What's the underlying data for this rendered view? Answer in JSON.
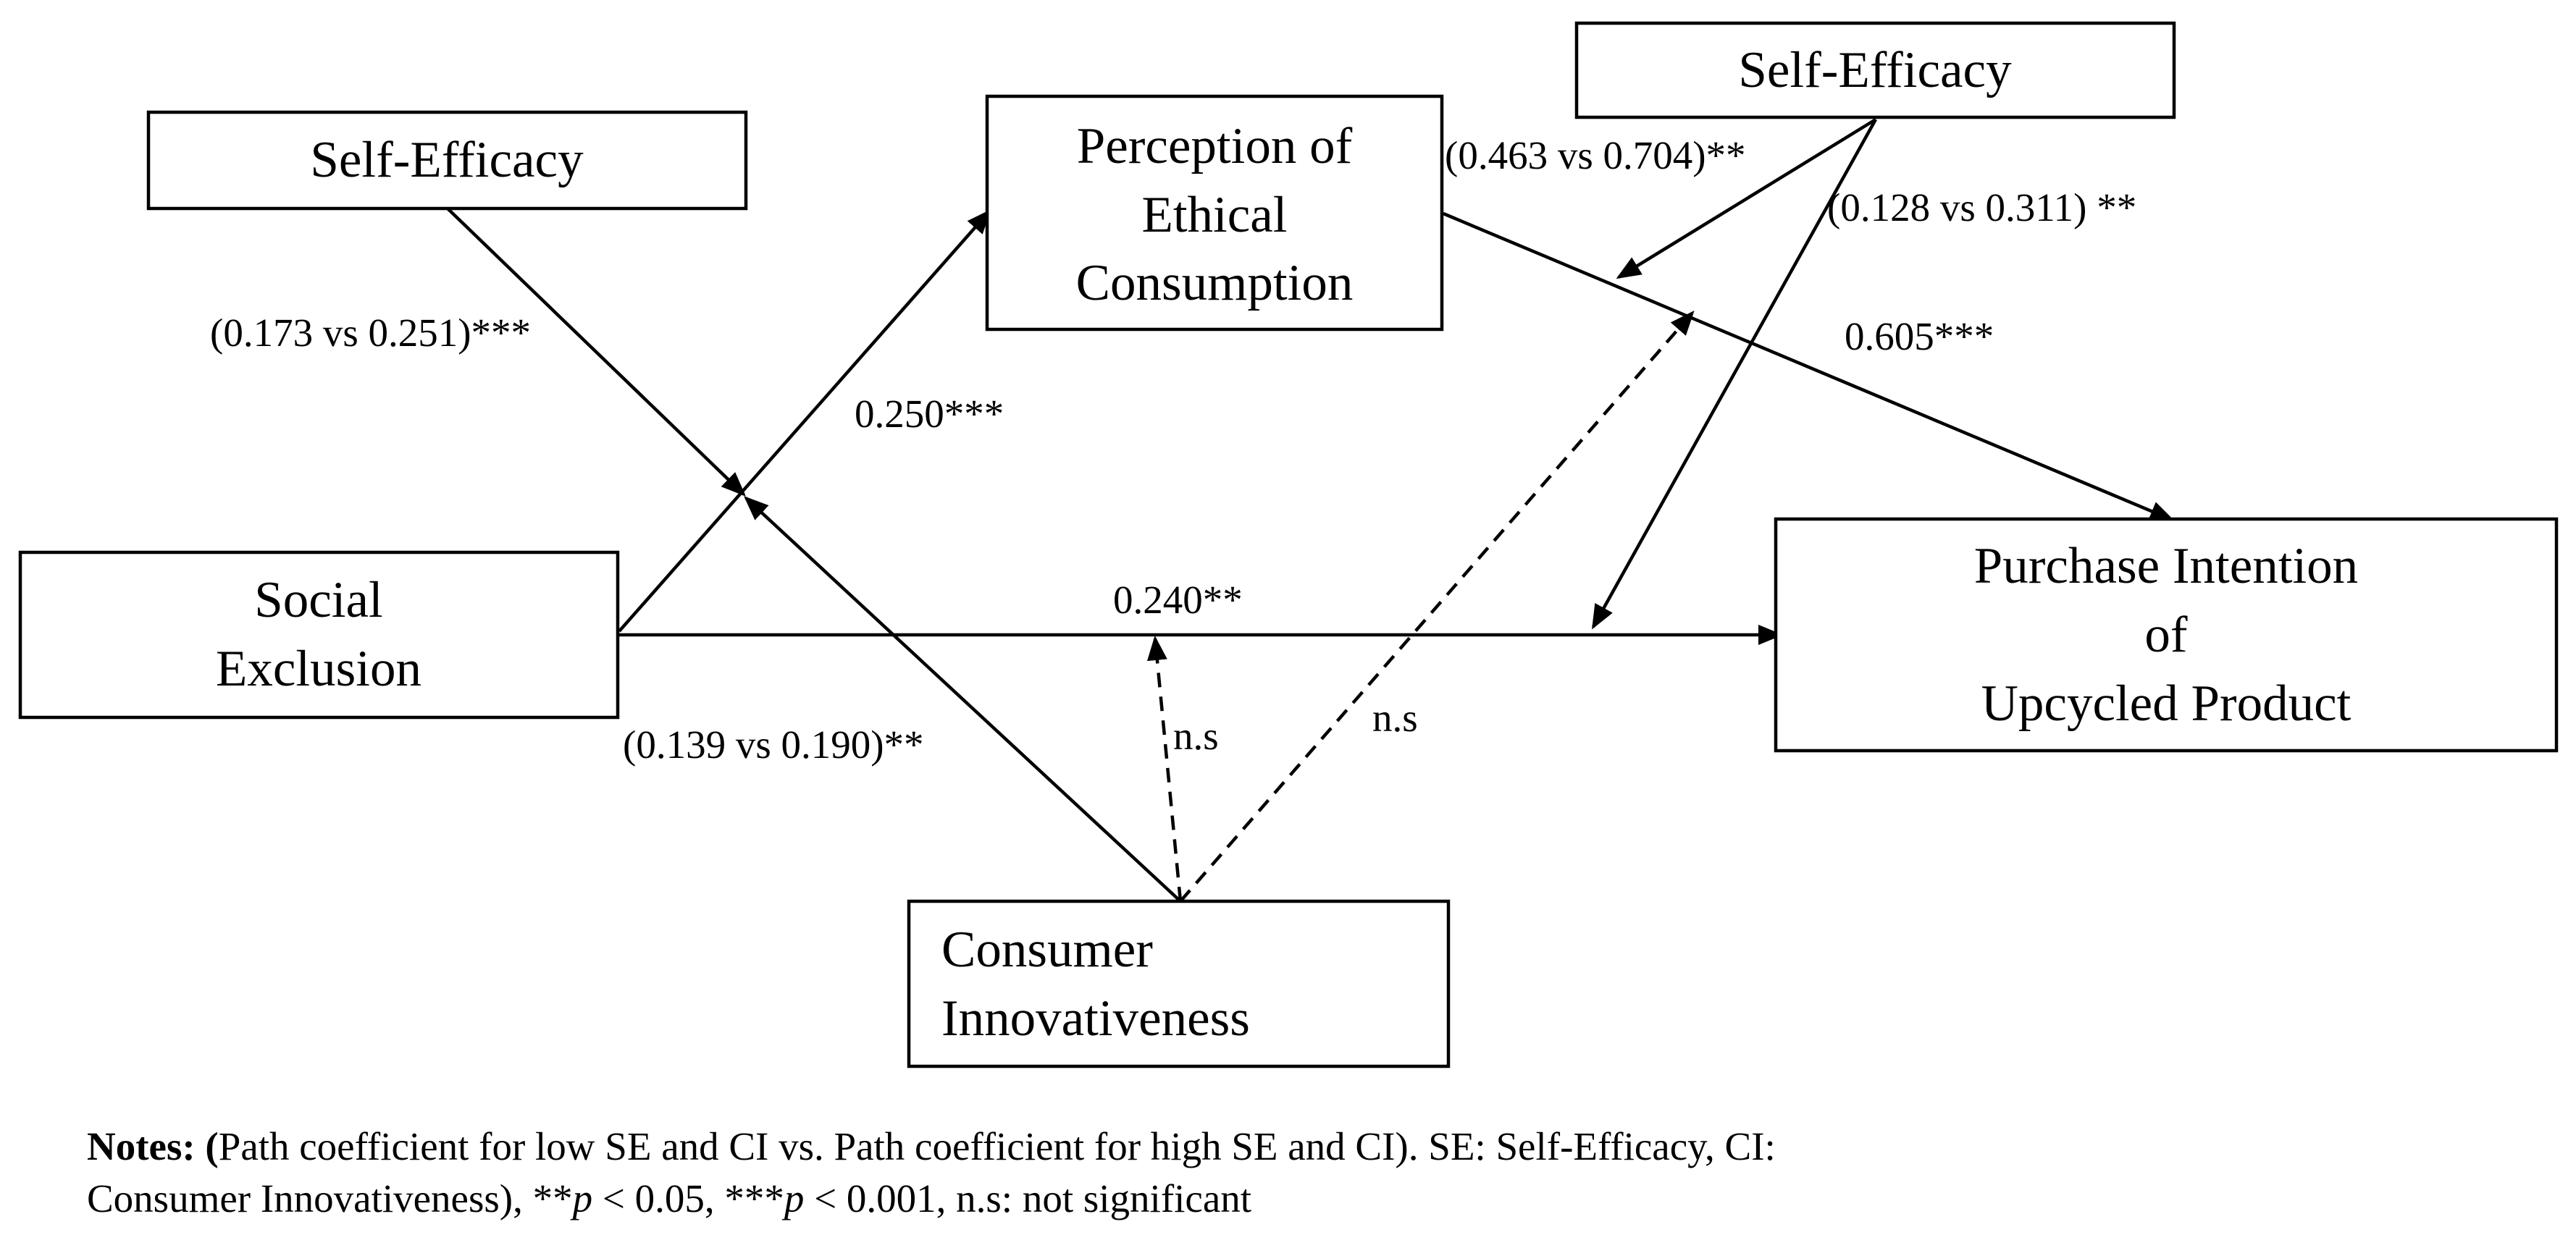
{
  "nodes": {
    "self_efficacy_left": [
      "Self-Efficacy"
    ],
    "perception": [
      "Perception of",
      "Ethical",
      "Consumption"
    ],
    "self_efficacy_right": [
      "Self-Efficacy"
    ],
    "social_exclusion": [
      "Social",
      "Exclusion"
    ],
    "purchase_intention": [
      "Purchase Intention",
      "of",
      "Upcycled Product"
    ],
    "consumer_innovativeness": [
      "Consumer",
      "Innovativeness"
    ]
  },
  "labels": {
    "se_left_moderation": "(0.173 vs 0.251)***",
    "se_to_pec": "0.250***",
    "se_right_to_pec": "(0.463 vs 0.704)**",
    "se_right_to_direct": "(0.128 vs 0.311) **",
    "pec_to_pi": "0.605***",
    "se_to_pi": "0.240**",
    "ci_moderation": "(0.139 vs 0.190)**",
    "ci_to_direct_ns": "n.s",
    "ci_to_pec_path_ns": "n.s"
  },
  "notes": {
    "bold_prefix": "Notes: (",
    "line1_rest": "Path coefficient for low SE and CI vs. Path coefficient for high SE and CI). SE: Self-Efficacy, CI:",
    "line2_a": "Consumer Innovativeness), **",
    "p1": "p",
    "line2_b": " < 0.05, ***",
    "p2": "p",
    "line2_c": " < 0.001, n.s: not significant"
  }
}
